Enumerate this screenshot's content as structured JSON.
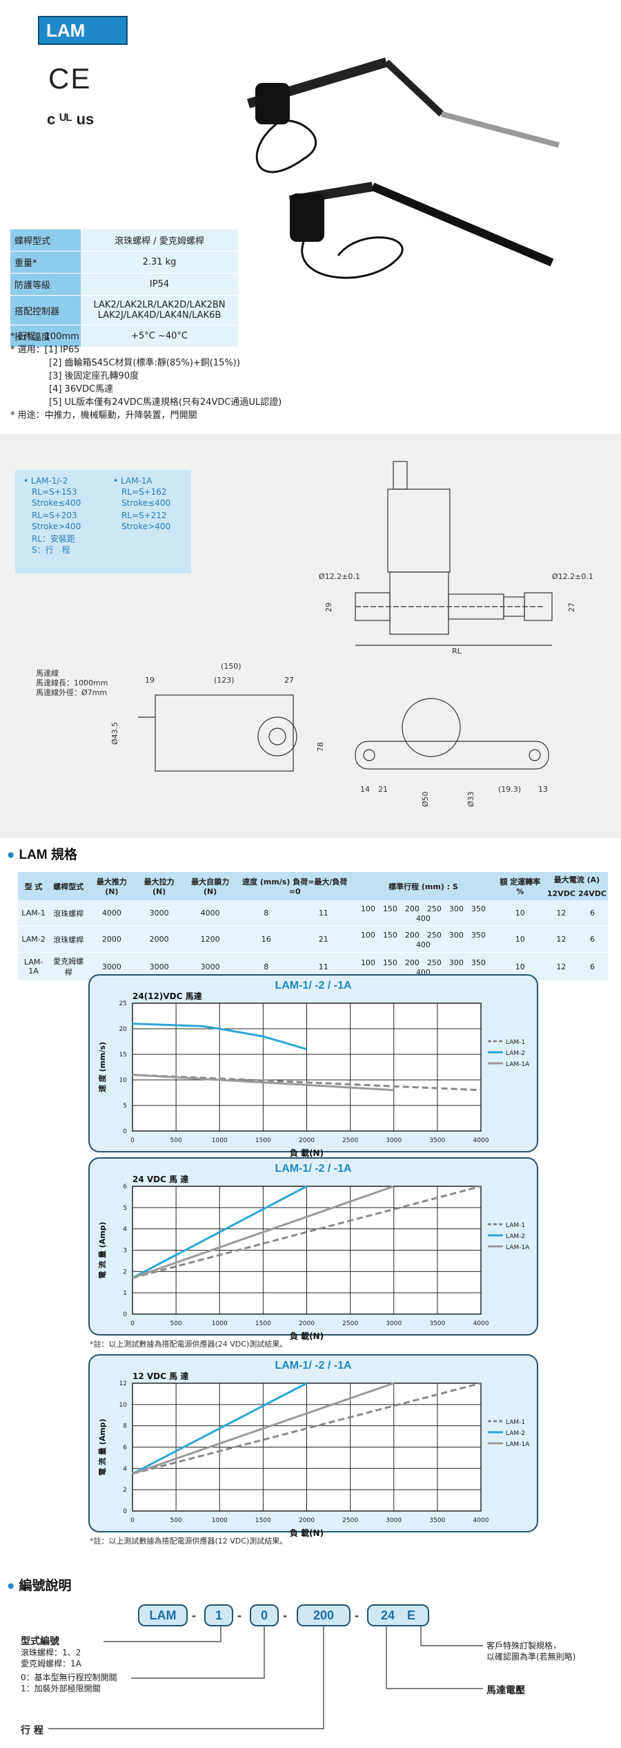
{
  "header": {
    "title": "LAM",
    "ce_mark": "CE",
    "ul_mark": "c ᵁᴸ us"
  },
  "spec_table": [
    {
      "label": "蝶桿型式",
      "value": "滾珠螺桿 / 愛克姆螺桿"
    },
    {
      "label": "重量*",
      "value": "2.31 kg"
    },
    {
      "label": "防護等級",
      "value": "IP54"
    },
    {
      "label": "搭配控制器",
      "value": "LAK2/LAK2LR/LAK2D/LAK2BN LAK2J/LAK4D/LAK4N/LAK6B"
    },
    {
      "label": "操作溫度",
      "value": "+5°C ~40°C"
    }
  ],
  "notes": [
    "* 行程：100mm",
    "* 選用：[1] IP65",
    "[2] 齒輪箱S45C材質(標準:靜(85%)+銅(15%))",
    "[3] 後固定座孔轉90度",
    "[4] 36VDC馬達",
    "[5] UL版本僅有24VDC馬達規格(只有24VDC通過UL認證)",
    "* 用途：中推力，機械驅動，升降裝置，門開關"
  ],
  "rl_box": {
    "col1": [
      "• LAM-1/-2",
      "RL=S+153",
      "Stroke≤400",
      "RL=S+203",
      "Stroke>400",
      "RL：安裝距",
      "S：行　程"
    ],
    "col2": [
      "• LAM-1A",
      "RL=S+162",
      "Stroke≤400",
      "RL=S+212",
      "Stroke>400"
    ]
  },
  "drawing": {
    "dia_left": "Ø12.2±0.1",
    "dia_right": "Ø12.2±0.1",
    "d29": "29",
    "d27": "27",
    "rl": "RL",
    "motor_cable": [
      "馬達線",
      "馬達線長：1000mm",
      "馬達線外徑：Ø7mm"
    ],
    "d150": "(150)",
    "d19": "19",
    "d123": "(123)",
    "d27b": "27",
    "d43": "Ø43.5",
    "d78": "78",
    "d14": "14",
    "d21": "21",
    "d50": "Ø50",
    "d33": "Ø33",
    "d193": "(19.3)",
    "d13": "13"
  },
  "spec_section": {
    "title": "LAM 規格",
    "headers": [
      "型 式",
      "螺桿型式",
      "最大推力 (N)",
      "最大拉力 (N)",
      "最大自鎖力 (N)",
      "速度 (mm/s) 負荷=最大/負荷=0",
      "標準行程 (mm) : S",
      "額 定運轉率 %",
      "最大電流 (A)"
    ],
    "current_sub": [
      "12VDC",
      "24VDC"
    ],
    "rows": [
      {
        "model": "LAM-1",
        "screw": "滾珠螺桿",
        "push": "4000",
        "pull": "3000",
        "lock": "4000",
        "speed_max": "8",
        "speed_zero": "11",
        "stroke": "100　150　200　250　300　350　400",
        "duty": "10",
        "a12": "12",
        "a24": "6"
      },
      {
        "model": "LAM-2",
        "screw": "滾珠螺桿",
        "push": "2000",
        "pull": "2000",
        "lock": "1200",
        "speed_max": "16",
        "speed_zero": "21",
        "stroke": "100　150　200　250　300　350　400",
        "duty": "10",
        "a12": "12",
        "a24": "6"
      },
      {
        "model": "LAM-1A",
        "screw": "愛克姆螺桿",
        "push": "3000",
        "pull": "3000",
        "lock": "3000",
        "speed_max": "8",
        "speed_zero": "11",
        "stroke": "100　150　200　250　300　350　400",
        "duty": "10",
        "a12": "12",
        "a24": "6"
      }
    ]
  },
  "chart_data": [
    {
      "type": "line",
      "title": "LAM-1/ -2 / -1A",
      "subtitle": "24(12)VDC 馬達",
      "xlabel": "負 載(N)",
      "ylabel": "速 度 (mm/s)",
      "xlim": [
        0,
        4000
      ],
      "ylim": [
        0,
        25
      ],
      "xticks": [
        0,
        500,
        1000,
        1500,
        2000,
        2500,
        3000,
        3500,
        4000
      ],
      "yticks": [
        0,
        5,
        10,
        15,
        20,
        25
      ],
      "grid": true,
      "legend": "right",
      "series": [
        {
          "name": "LAM-1",
          "color": "#888888",
          "dash": true,
          "x": [
            0,
            4000
          ],
          "y": [
            11,
            8
          ]
        },
        {
          "name": "LAM-2",
          "color": "#2aa6d8",
          "dash": false,
          "x": [
            0,
            800,
            1000,
            1500,
            2000
          ],
          "y": [
            21,
            20.5,
            20,
            18.5,
            16
          ]
        },
        {
          "name": "LAM-1A",
          "color": "#999999",
          "dash": false,
          "x": [
            0,
            3000
          ],
          "y": [
            11,
            8
          ]
        }
      ]
    },
    {
      "type": "line",
      "title": "LAM-1/ -2 / -1A",
      "subtitle": "24 VDC 馬 達",
      "xlabel": "負 載(N)",
      "ylabel": "電 流 量 (Amp)",
      "xlim": [
        0,
        4000
      ],
      "ylim": [
        0,
        6
      ],
      "xticks": [
        0,
        500,
        1000,
        1500,
        2000,
        2500,
        3000,
        3500,
        4000
      ],
      "yticks": [
        0,
        1,
        2,
        3,
        4,
        5,
        6
      ],
      "grid": true,
      "legend": "right",
      "series": [
        {
          "name": "LAM-1",
          "color": "#888888",
          "dash": true,
          "x": [
            0,
            4000
          ],
          "y": [
            1.7,
            6
          ]
        },
        {
          "name": "LAM-2",
          "color": "#2aa6d8",
          "dash": false,
          "x": [
            0,
            2000
          ],
          "y": [
            1.7,
            6
          ]
        },
        {
          "name": "LAM-1A",
          "color": "#999999",
          "dash": false,
          "x": [
            0,
            3000
          ],
          "y": [
            1.7,
            6
          ]
        }
      ],
      "footnote": "*註：以上測試數據為搭配電源供應器(24 VDC)測試結果。"
    },
    {
      "type": "line",
      "title": "LAM-1/ -2 / -1A",
      "subtitle": "12 VDC 馬 達",
      "xlabel": "負 載(N)",
      "ylabel": "電 流 量 (Amp)",
      "xlim": [
        0,
        4000
      ],
      "ylim": [
        0,
        12
      ],
      "xticks": [
        0,
        500,
        1000,
        1500,
        2000,
        2500,
        3000,
        3500,
        4000
      ],
      "yticks": [
        0,
        2,
        4,
        6,
        8,
        10,
        12
      ],
      "grid": true,
      "legend": "right",
      "series": [
        {
          "name": "LAM-1",
          "color": "#888888",
          "dash": true,
          "x": [
            0,
            4000
          ],
          "y": [
            3.5,
            12
          ]
        },
        {
          "name": "LAM-2",
          "color": "#2aa6d8",
          "dash": false,
          "x": [
            0,
            2000
          ],
          "y": [
            3.5,
            12
          ]
        },
        {
          "name": "LAM-1A",
          "color": "#999999",
          "dash": false,
          "x": [
            0,
            3000
          ],
          "y": [
            3.5,
            12
          ]
        }
      ],
      "footnote": "*註：以上測試數據為搭配電源供應器(12 VDC)測試結果。"
    }
  ],
  "code_section": {
    "title": "編號說明",
    "codes": [
      "LAM",
      "1",
      "0",
      "200",
      "24　E"
    ],
    "desc_model": [
      "型式編號",
      "滾珠螺桿：1、2",
      "愛克姆螺桿：1A"
    ],
    "desc_switch": [
      "0：基本型無行程控制開關",
      "1：加裝外部極限開關"
    ],
    "desc_stroke": "行 程",
    "desc_custom": [
      "客戶特殊訂製規格，",
      "以確認圖為準(若無則略)"
    ],
    "desc_voltage": "馬達電壓"
  }
}
